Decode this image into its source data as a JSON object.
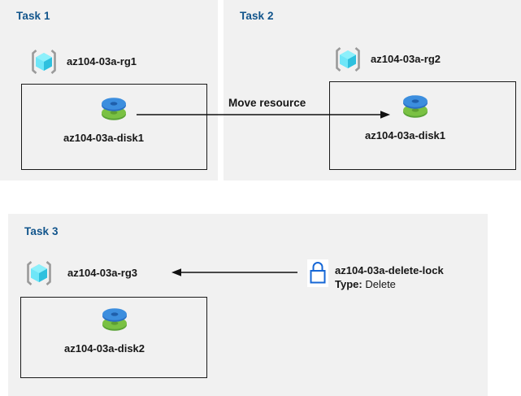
{
  "diagram": {
    "title_color": "#12558c",
    "panel_bg": "#f1f1f1",
    "page_bg": "#ffffff",
    "panels": [
      {
        "id": "task1",
        "title": "Task 1",
        "resource_group": {
          "icon": "resource-group-cube-icon",
          "label": "az104-03a-rg1"
        },
        "resource": {
          "icon": "managed-disk-icon",
          "label": "az104-03a-disk1"
        }
      },
      {
        "id": "task2",
        "title": "Task 2",
        "resource_group": {
          "icon": "resource-group-cube-icon",
          "label": "az104-03a-rg2"
        },
        "resource": {
          "icon": "managed-disk-icon",
          "label": "az104-03a-disk1"
        }
      },
      {
        "id": "task3",
        "title": "Task 3",
        "resource_group": {
          "icon": "resource-group-cube-icon",
          "label": "az104-03a-rg3"
        },
        "resource": {
          "icon": "managed-disk-icon",
          "label": "az104-03a-disk2"
        }
      }
    ],
    "arrows": [
      {
        "id": "move-resource",
        "label": "Move resource",
        "direction": "right",
        "from": "az104-03a-disk1",
        "to": "az104-03a-disk1"
      },
      {
        "id": "apply-lock",
        "label": "",
        "direction": "left",
        "from": "az104-03a-delete-lock",
        "to": "az104-03a-rg3"
      }
    ],
    "lock": {
      "icon": "padlock-icon",
      "icon_color": "#1667d6",
      "name": "az104-03a-delete-lock",
      "type_key": "Type:",
      "type_value": "Delete"
    }
  }
}
